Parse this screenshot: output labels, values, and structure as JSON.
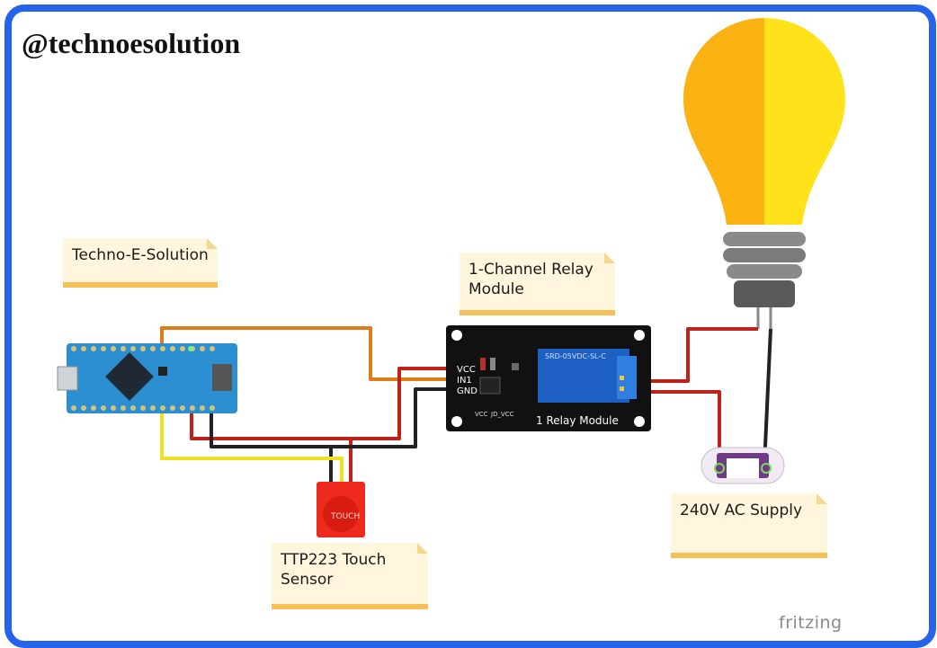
{
  "watermark": "@technoesolution",
  "notes": {
    "board": "Techno-E-Solution",
    "relay_line1": "1-Channel Relay",
    "relay_line2": "Module",
    "sensor_line1": "TTP223 Touch",
    "sensor_line2": "Sensor",
    "supply": "240V AC Supply"
  },
  "relay": {
    "pin_vcc": "VCC",
    "pin_in1": "IN1",
    "pin_gnd": "GND",
    "module_label": "1 Relay Module",
    "relay_part": "SRD-05VDC-SL-C",
    "label_vcc": "VCC",
    "label_jdvcc": "JD_VCC"
  },
  "sensor": {
    "label": "TOUCH"
  },
  "footer": {
    "tool": "fritzing"
  },
  "colors": {
    "frame": "#2563eb",
    "arduino_board": "#2b8fd1",
    "wire_orange": "#e07b1a",
    "wire_red": "#c0221b",
    "wire_black": "#222222",
    "wire_yellow": "#f0e022",
    "bulb_light": "#ffd21a",
    "bulb_dark": "#fbb314"
  },
  "icons": [
    "arduino-nano-board",
    "relay-module",
    "touch-sensor",
    "light-bulb",
    "ac-connector"
  ]
}
